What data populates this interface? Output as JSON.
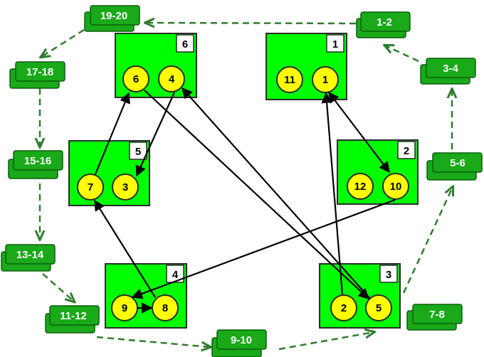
{
  "boxes": [
    {
      "id": "b6",
      "number": "6",
      "nodes": [
        "6",
        "4"
      ]
    },
    {
      "id": "b1",
      "number": "1",
      "nodes": [
        "11",
        "1"
      ]
    },
    {
      "id": "b5",
      "number": "5",
      "nodes": [
        "7",
        "3"
      ]
    },
    {
      "id": "b2",
      "number": "2",
      "nodes": [
        "12",
        "10"
      ]
    },
    {
      "id": "b4",
      "number": "4",
      "nodes": [
        "9",
        "8"
      ]
    },
    {
      "id": "b3",
      "number": "3",
      "nodes": [
        "2",
        "5"
      ]
    }
  ],
  "tags": [
    "19-20",
    "1-2",
    "17-18",
    "3-4",
    "15-16",
    "5-6",
    "13-14",
    "11-12",
    "7-8",
    "9-10"
  ],
  "colors": {
    "box": "#00ff00",
    "node": "#ffff00",
    "tag": "#19a919",
    "dash": "#2e7d2e",
    "arrow": "#000000"
  }
}
